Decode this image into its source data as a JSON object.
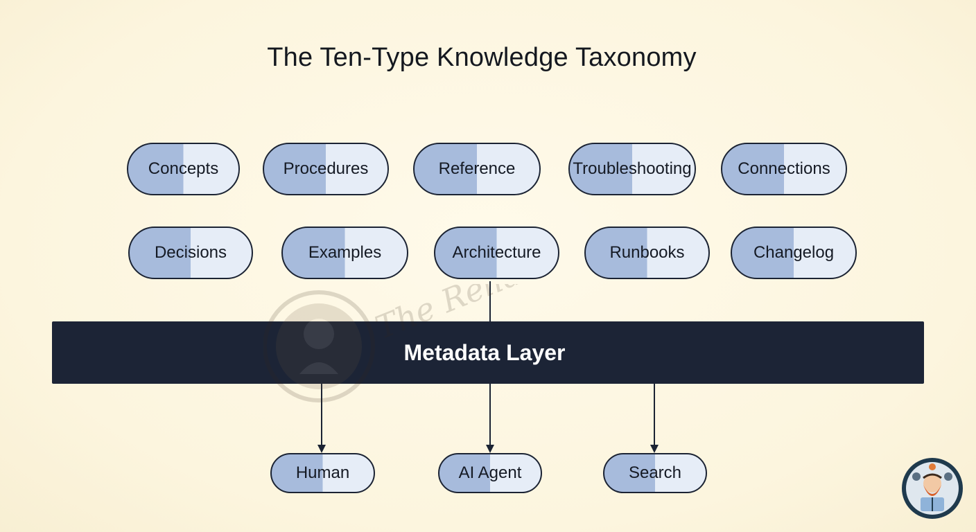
{
  "title": "The Ten-Type Knowledge Taxonomy",
  "types_row1": [
    "Concepts",
    "Procedures",
    "Reference",
    "Troubleshooting",
    "Connections"
  ],
  "types_row2": [
    "Decisions",
    "Examples",
    "Architecture",
    "Runbooks",
    "Changelog"
  ],
  "metadata_layer": "Metadata Layer",
  "consumers": [
    "Human",
    "AI Agent",
    "Search"
  ],
  "watermark_text": "The Reliability Whisperer",
  "colors": {
    "background": "#fdf8e6",
    "pill_left": "#a7bbdc",
    "pill_right": "#e6edf7",
    "outline": "#1b2333",
    "bar": "#1c2436"
  }
}
